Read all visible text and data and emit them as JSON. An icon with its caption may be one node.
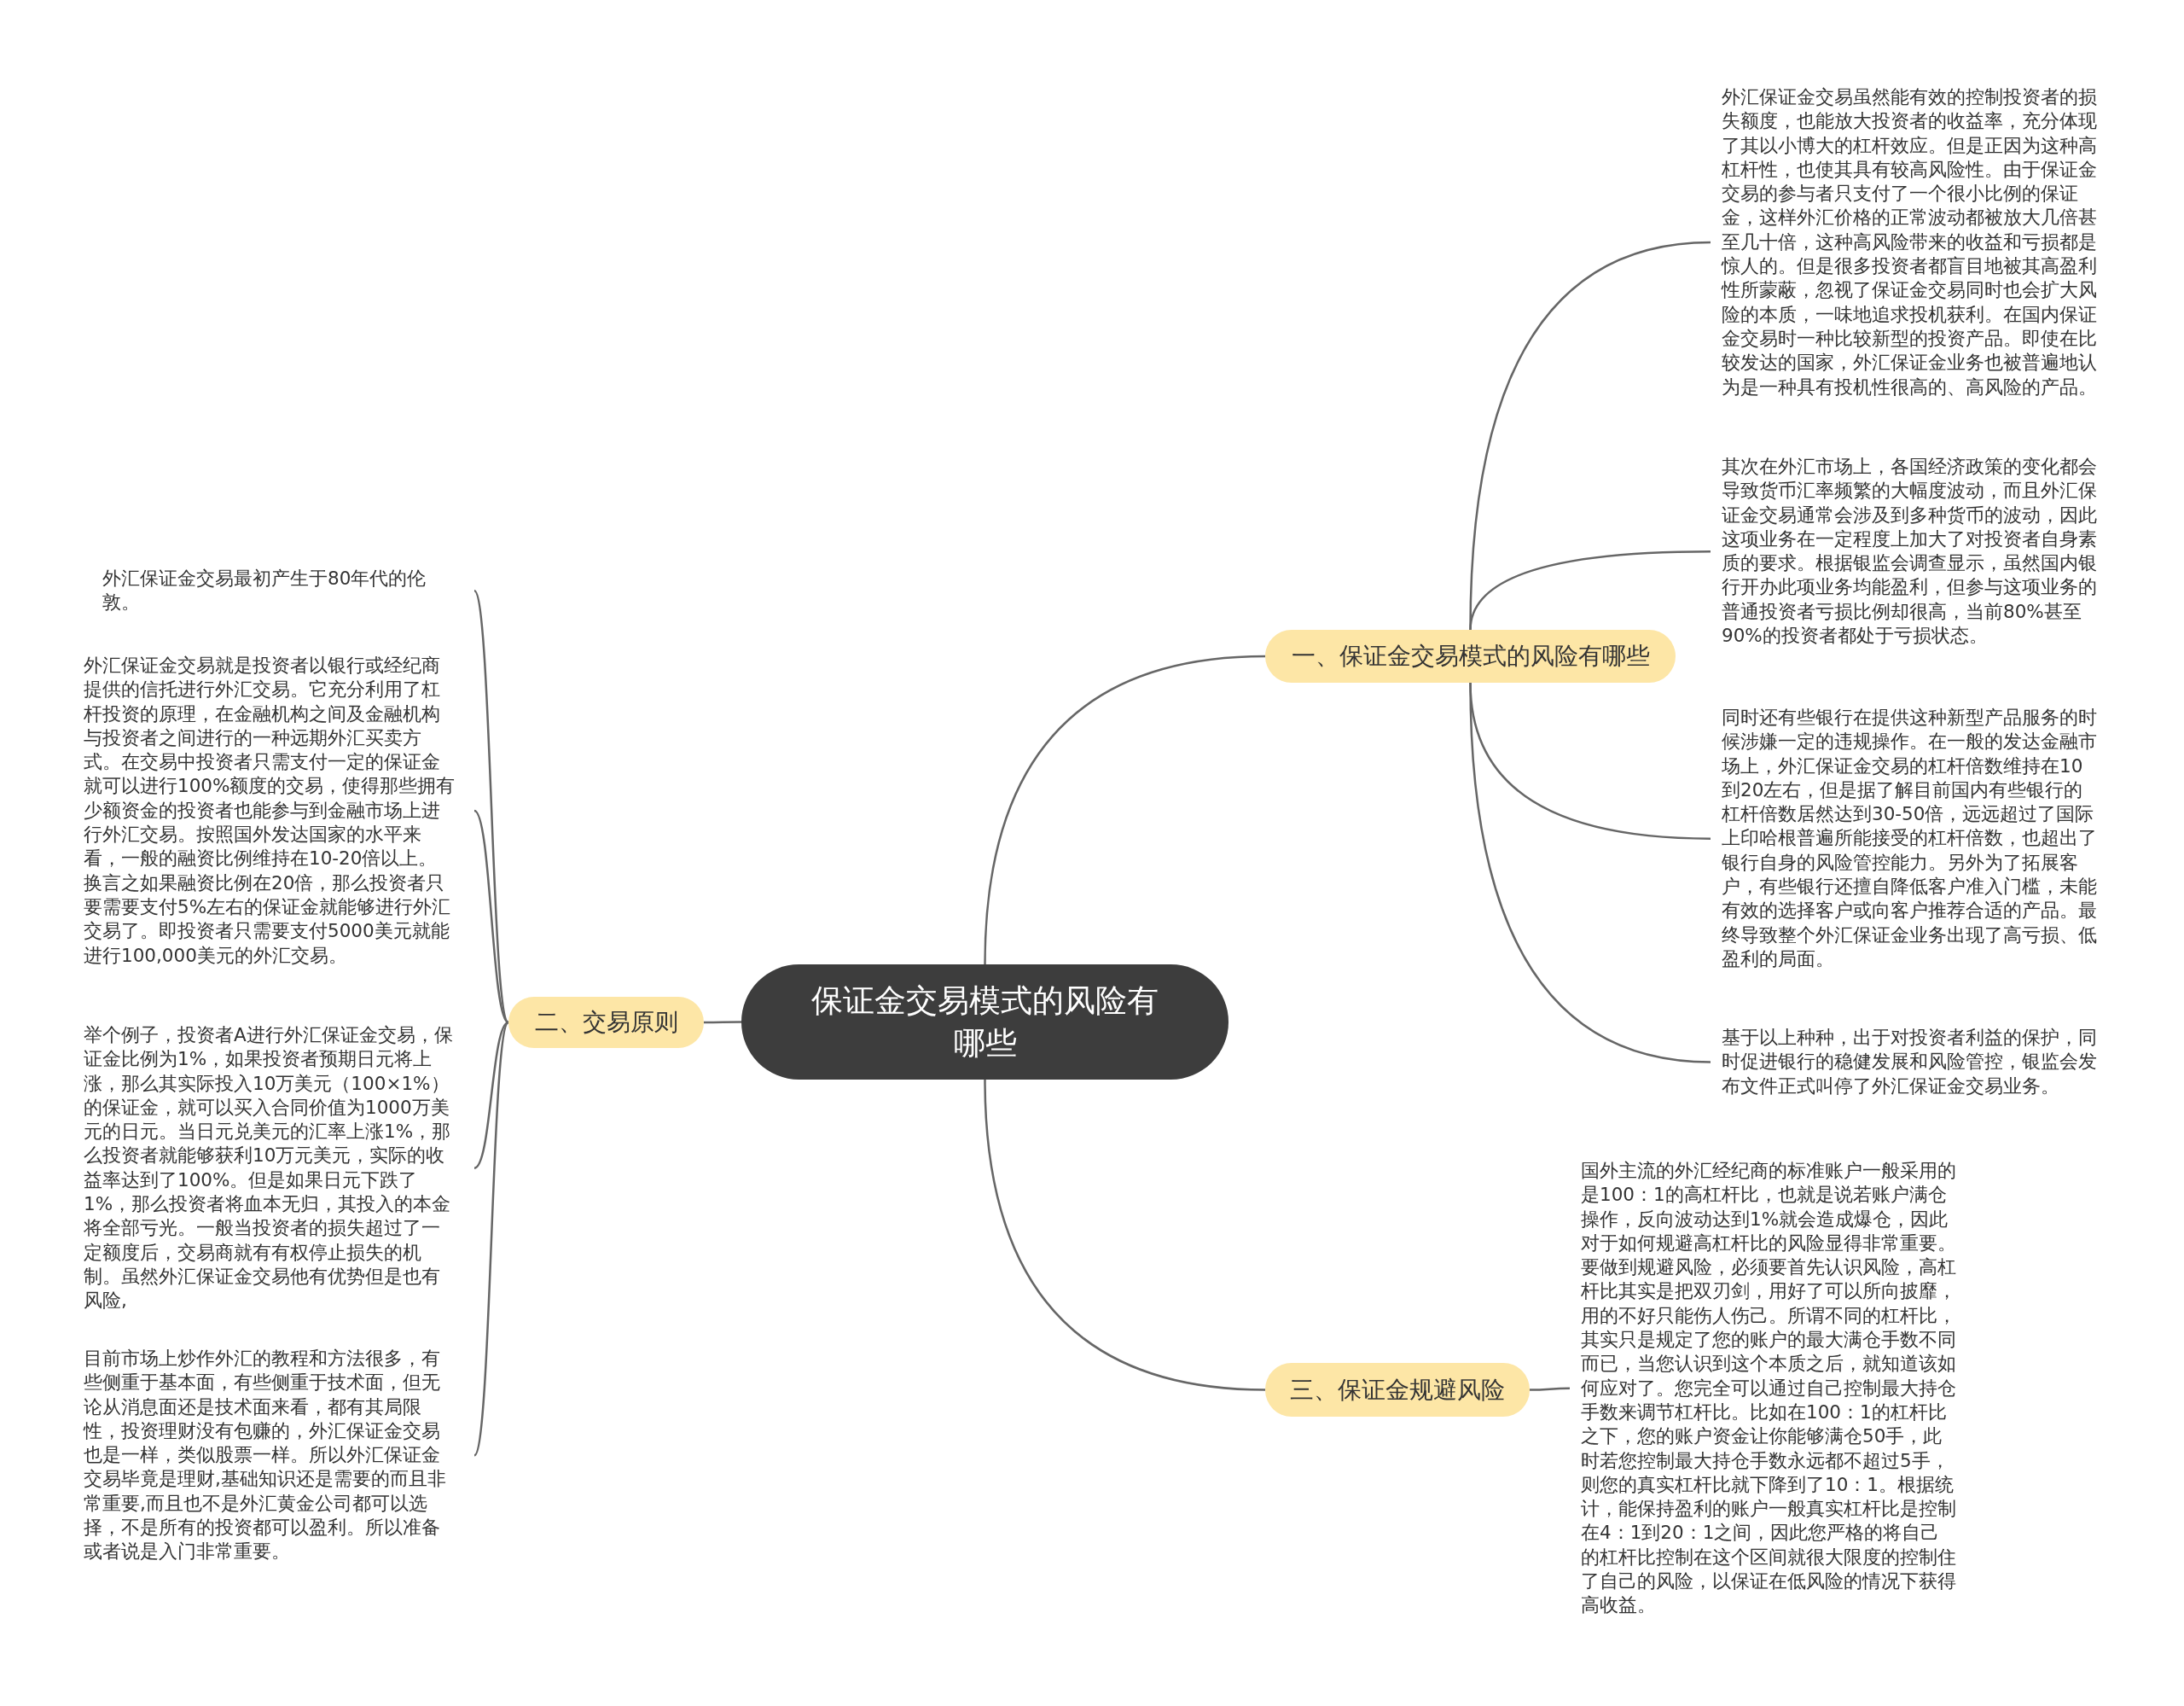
{
  "diagram": {
    "nodes": [
      {
        "text": [
          "保证金交易模式的风险有哪些"
        ]
      },
      {
        "text": [
          "一、保证金交易模式的风险有哪些"
        ]
      },
      {
        "text": [
          "外汇保证金交易虽然能有效的控制投资者的损失额度，也能放大投资者的收益率，充分体现了其以小博大的杠杆效应。但是正因为这种高杠杆性，也使其具有较高风险性。由于保证金交易的参与者只支付了一个很小比例的保证金，这样外汇价格的正常波动都被放大几倍甚至几十倍，这种高风险带来的收益和亏损都是惊人的。但是很多投资者都盲目地被其高盈利性所蒙蔽，忽视了保证金交易同时也会扩大风险的本质，一味地追求投机获利。在国内保证金交易时一种比较新型的投资产品。即使在比较发达的国家，外汇保证金业务也被普遍地认为是一种具有投机性很高的、高风险的产品。"
        ]
      },
      {
        "text": [
          "其次在外汇市场上，各国经济政策的变化都会导致货币汇率频繁的大幅度波动，而且外汇保证金交易通常会涉及到多种货币的波动，因此这项业务在一定程度上加大了对投资者自身素质的要求。根据银监会调查显示，虽然国内银行开办此项业务均能盈利，但参与这项业务的普通投资者亏损比例却很高，当前80%甚至90%的投资者都处于亏损状态。"
        ]
      },
      {
        "text": [
          "同时还有些银行在提供这种新型产品服务的时候涉嫌一定的违规操作。在一般的发达金融市场上，外汇保证金交易的杠杆倍数维持在10到20左右，但是据了解目前国内有些银行的杠杆倍数居然达到30-50倍，远远超过了国际上印哈根普遍所能接受的杠杆倍数，也超出了银行自身的风险管控能力。另外为了拓展客户，有些银行还擅自降低客户准入门槛，未能有效的选择客户或向客户推荐合适的产品。最终导致整个外汇保证金业务出现了高亏损、低盈利的局面。"
        ]
      },
      {
        "text": [
          "基于以上种种，出于对投资者利益的保护，同时促进银行的稳健发展和风险管控，银监会发布文件正式叫停了外汇保证金交易业务。"
        ]
      },
      {
        "text": [
          "二、交易原则"
        ]
      },
      {
        "text": [
          "外汇保证金交易最初产生于80年代的伦敦。"
        ]
      },
      {
        "text": [
          "外汇保证金交易就是投资者以银行或经纪商提供的信托进行外汇交易。它充分利用了杠杆投资的原理，在金融机构之间及金融机构与投资者之间进行的一种远期外汇买卖方式。在交易中投资者只需支付一定的保证金就可以进行100%额度的交易，使得那些拥有少额资金的投资者也能参与到金融市场上进行外汇交易。按照国外发达国家的水平来看，一般的融资比例维持在10-20倍以上。换言之如果融资比例在20倍，那么投资者只要需要支付5%左右的保证金就能够进行外汇交易了。即投资者只需要支付5000美元就能进行100,000美元的外汇交易。"
        ]
      },
      {
        "text": [
          "举个例子，投资者A进行外汇保证金交易，保证金比例为1%，如果投资者预期日元将上涨，那么其实际投入10万美元（100×1%）的保证金，就可以买入合同价值为1000万美元的日元。当日元兑美元的汇率上涨1%，那么投资者就能够获利10万元美元，实际的收益率达到了100%。但是如果日元下跌了1%，那么投资者将血本无归，其投入的本金将全部亏光。一般当投资者的损失超过了一定额度后，交易商就有有权停止损失的机制。虽然外汇保证金交易他有优势但是也有风险,"
        ]
      },
      {
        "text": [
          "目前市场上炒作外汇的教程和方法很多，有些侧重于基本面，有些侧重于技术面，但无论从消息面还是技术面来看，都有其局限性，投资理财没有包赚的，外汇保证金交易也是一样，类似股票一样。所以外汇保证金交易毕竟是理财,基础知识还是需要的而且非常重要,而且也不是外汇黄金公司都可以选择，不是所有的投资都可以盈利。所以准备或者说是入门非常重要。"
        ]
      },
      {
        "text": [
          "三、保证金规避风险"
        ]
      },
      {
        "text": [
          "国外主流的外汇经纪商的标准账户一般采用的是100：1的高杠杆比，也就是说若账户满仓操作，反向波动达到1%就会造成爆仓，因此对于如何规避高杠杆比的风险显得非常重要。要做到规避风险，必须要首先认识风险，高杠杆比其实是把双刃剑，用好了可以所向披靡，用的不好只能伤人伤己。所谓不同的杠杆比，其实只是规定了您的账户的最大满仓手数不同而已，当您认识到这个本质之后，就知道该如何应对了。您完全可以通过自己控制最大持仓手数来调节杠杆比。比如在100：1的杠杆比之下，您的账户资金让你能够满仓50手，此时若您控制最大持仓手数永远都不超过5手，则您的真实杠杆比就下降到了10：1。根据统计，能保持盈利的账户一般真实杠杆比是控制在4：1到20：1之间，因此您严格的将自己的杠杆比控制在这个区间就很大限度的控制住了自己的风险，以保证在低风险的情况下获得高收益。"
        ]
      }
    ],
    "edges": [
      {
        "from": 0,
        "to": 1,
        "arrow": "none"
      },
      {
        "from": 1,
        "to": 2,
        "arrow": "none"
      },
      {
        "from": 1,
        "to": 3,
        "arrow": "none"
      },
      {
        "from": 1,
        "to": 4,
        "arrow": "none"
      },
      {
        "from": 1,
        "to": 5,
        "arrow": "none"
      },
      {
        "from": 0,
        "to": 6,
        "arrow": "none"
      },
      {
        "from": 6,
        "to": 7,
        "arrow": "none"
      },
      {
        "from": 6,
        "to": 8,
        "arrow": "none"
      },
      {
        "from": 6,
        "to": 9,
        "arrow": "none"
      },
      {
        "from": 6,
        "to": 10,
        "arrow": "none"
      },
      {
        "from": 0,
        "to": 11,
        "arrow": "none"
      },
      {
        "from": 11,
        "to": 12,
        "arrow": "none"
      }
    ]
  }
}
